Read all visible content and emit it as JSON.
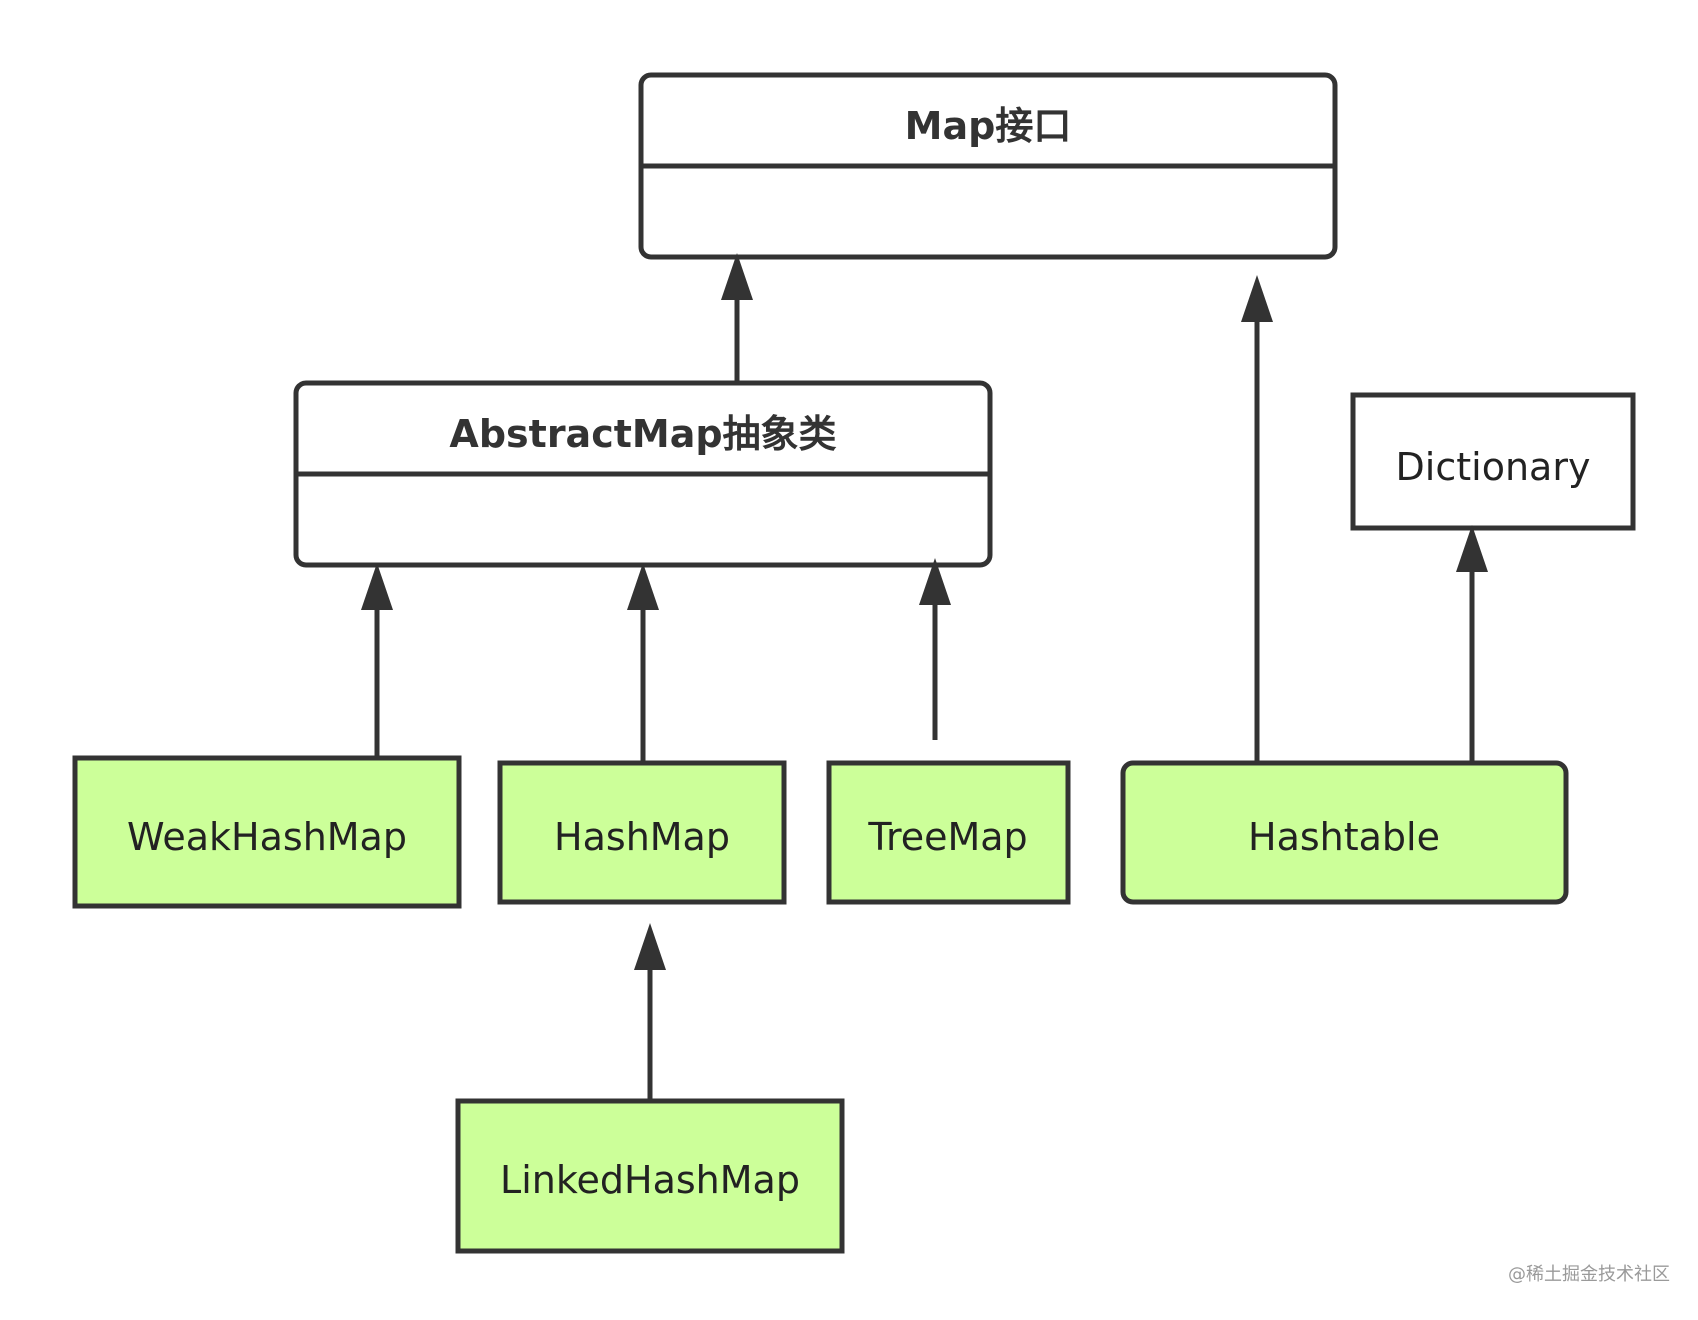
{
  "nodes": {
    "map_interface": {
      "label": "Map接口"
    },
    "abstract_map": {
      "label": "AbstractMap抽象类"
    },
    "dictionary": {
      "label": "Dictionary"
    },
    "weak_hash_map": {
      "label": "WeakHashMap"
    },
    "hash_map": {
      "label": "HashMap"
    },
    "tree_map": {
      "label": "TreeMap"
    },
    "hashtable": {
      "label": "Hashtable"
    },
    "linked_hash_map": {
      "label": "LinkedHashMap"
    }
  },
  "edges": [
    {
      "from": "abstract_map",
      "to": "map_interface"
    },
    {
      "from": "hashtable",
      "to": "map_interface"
    },
    {
      "from": "weak_hash_map",
      "to": "abstract_map"
    },
    {
      "from": "hash_map",
      "to": "abstract_map"
    },
    {
      "from": "tree_map",
      "to": "abstract_map"
    },
    {
      "from": "hashtable",
      "to": "dictionary"
    },
    {
      "from": "linked_hash_map",
      "to": "hash_map"
    }
  ],
  "colors": {
    "stroke": "#333333",
    "class_fill": "#ccff99",
    "box_fill": "#ffffff"
  },
  "watermark": "@稀土掘金技术社区"
}
